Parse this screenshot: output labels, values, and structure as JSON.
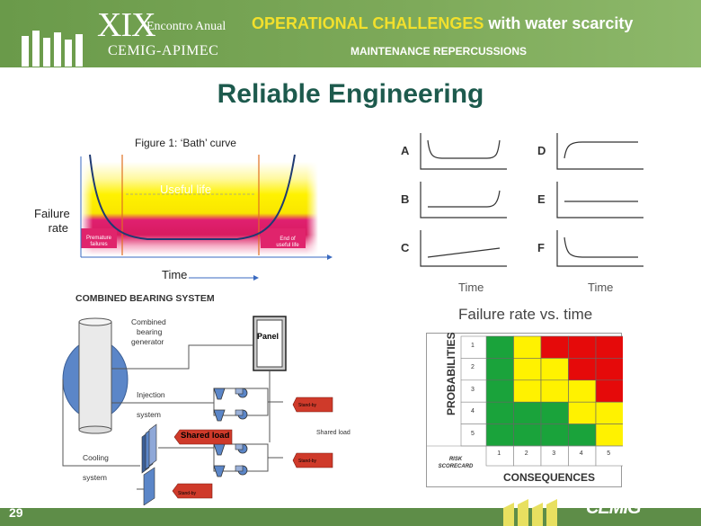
{
  "header": {
    "logo_main": "XIX",
    "logo_enc": "Encontro Anual",
    "logo_sub": "CEMIG-APIMEC",
    "title_highlight": "OPERATIONAL CHALLENGES",
    "title_rest": " with water scarcity",
    "subtitle": "MAINTENANCE REPERCUSSIONS"
  },
  "main_title": "Reliable Engineering",
  "bath_curve": {
    "caption": "Figure 1: ‘Bath’ curve",
    "useful_life": "Useful life",
    "y_label_1": "Failure",
    "y_label_2": "rate",
    "premature_1": "Premature",
    "premature_2": "failures",
    "end_1": "End of",
    "end_2": "useful life",
    "x_label": "Time"
  },
  "failure_patterns": {
    "labels": [
      "A",
      "B",
      "C",
      "D",
      "E",
      "F"
    ],
    "time_label_left": "Time",
    "time_label_right": "Time",
    "caption": "Failure rate vs. time"
  },
  "bearing": {
    "title": "COMBINED BEARING SYSTEM",
    "generator_1": "Combined",
    "generator_2": "bearing",
    "generator_3": "generator",
    "panel": "Panel",
    "injection": "Injection",
    "injection_system": "system",
    "cooling": "Cooling",
    "cooling_system": "system",
    "standby": "Stand-by",
    "shared_load": "Shared load"
  },
  "risk": {
    "probabilities": "PROBABILITIES",
    "scorecard_1": "RISK",
    "scorecard_2": "SCORECARD",
    "consequences": "CONSEQUENCES",
    "prob_levels": [
      "1",
      "2",
      "3",
      "4",
      "5"
    ],
    "cons_levels": [
      "1",
      "2",
      "3",
      "4",
      "5"
    ],
    "grid": [
      [
        "G",
        "Y",
        "R",
        "R",
        "R"
      ],
      [
        "G",
        "Y",
        "Y",
        "R",
        "R"
      ],
      [
        "G",
        "Y",
        "Y",
        "Y",
        "R"
      ],
      [
        "G",
        "G",
        "G",
        "Y",
        "Y"
      ],
      [
        "G",
        "G",
        "G",
        "G",
        "Y"
      ]
    ],
    "colors": {
      "G": "#1aa33b",
      "Y": "#fff200",
      "R": "#e50a0a"
    }
  },
  "footer": {
    "page_number": "29",
    "brand": "CEMIG"
  }
}
